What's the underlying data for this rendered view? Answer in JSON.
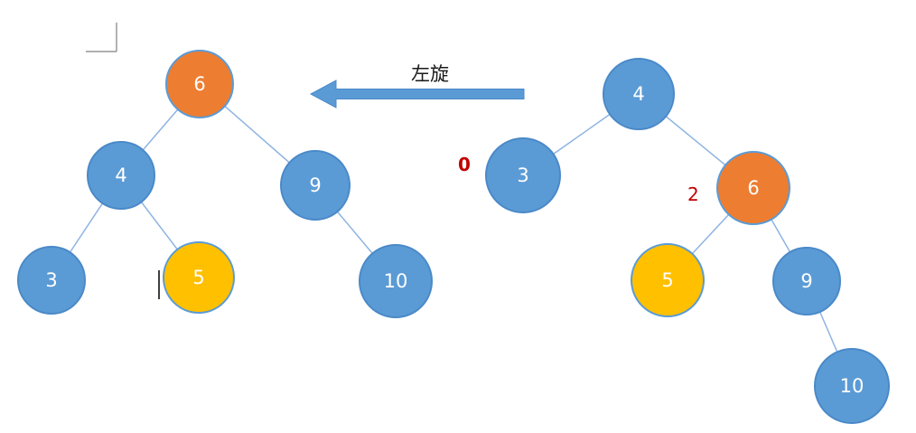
{
  "figure": {
    "arrow_label": "左旋",
    "annotation_zero": "0",
    "annotation_two": "2"
  },
  "colors": {
    "node_blue": "#5B9BD5",
    "node_orange": "#ED7D31",
    "node_yellow": "#FFC000",
    "edge": "#8EB4E3",
    "arrow": "#5B9BD5",
    "annotation_red": "#C00000",
    "node_text": "#FFFFFF"
  },
  "left_tree": {
    "description": "tree after left rotation",
    "nodes": [
      {
        "label": "6",
        "color": "orange"
      },
      {
        "label": "4",
        "color": "blue"
      },
      {
        "label": "9",
        "color": "blue"
      },
      {
        "label": "3",
        "color": "blue"
      },
      {
        "label": "5",
        "color": "yellow"
      },
      {
        "label": "10",
        "color": "blue"
      }
    ],
    "edges": [
      [
        "6",
        "4"
      ],
      [
        "6",
        "9"
      ],
      [
        "4",
        "3"
      ],
      [
        "4",
        "5"
      ],
      [
        "9",
        "10"
      ]
    ]
  },
  "right_tree": {
    "description": "tree before left rotation",
    "nodes": [
      {
        "label": "4",
        "color": "blue"
      },
      {
        "label": "3",
        "color": "blue"
      },
      {
        "label": "6",
        "color": "orange"
      },
      {
        "label": "5",
        "color": "yellow"
      },
      {
        "label": "9",
        "color": "blue"
      },
      {
        "label": "10",
        "color": "blue"
      }
    ],
    "edges": [
      [
        "4",
        "3"
      ],
      [
        "4",
        "6"
      ],
      [
        "6",
        "5"
      ],
      [
        "6",
        "9"
      ],
      [
        "9",
        "10"
      ]
    ]
  }
}
